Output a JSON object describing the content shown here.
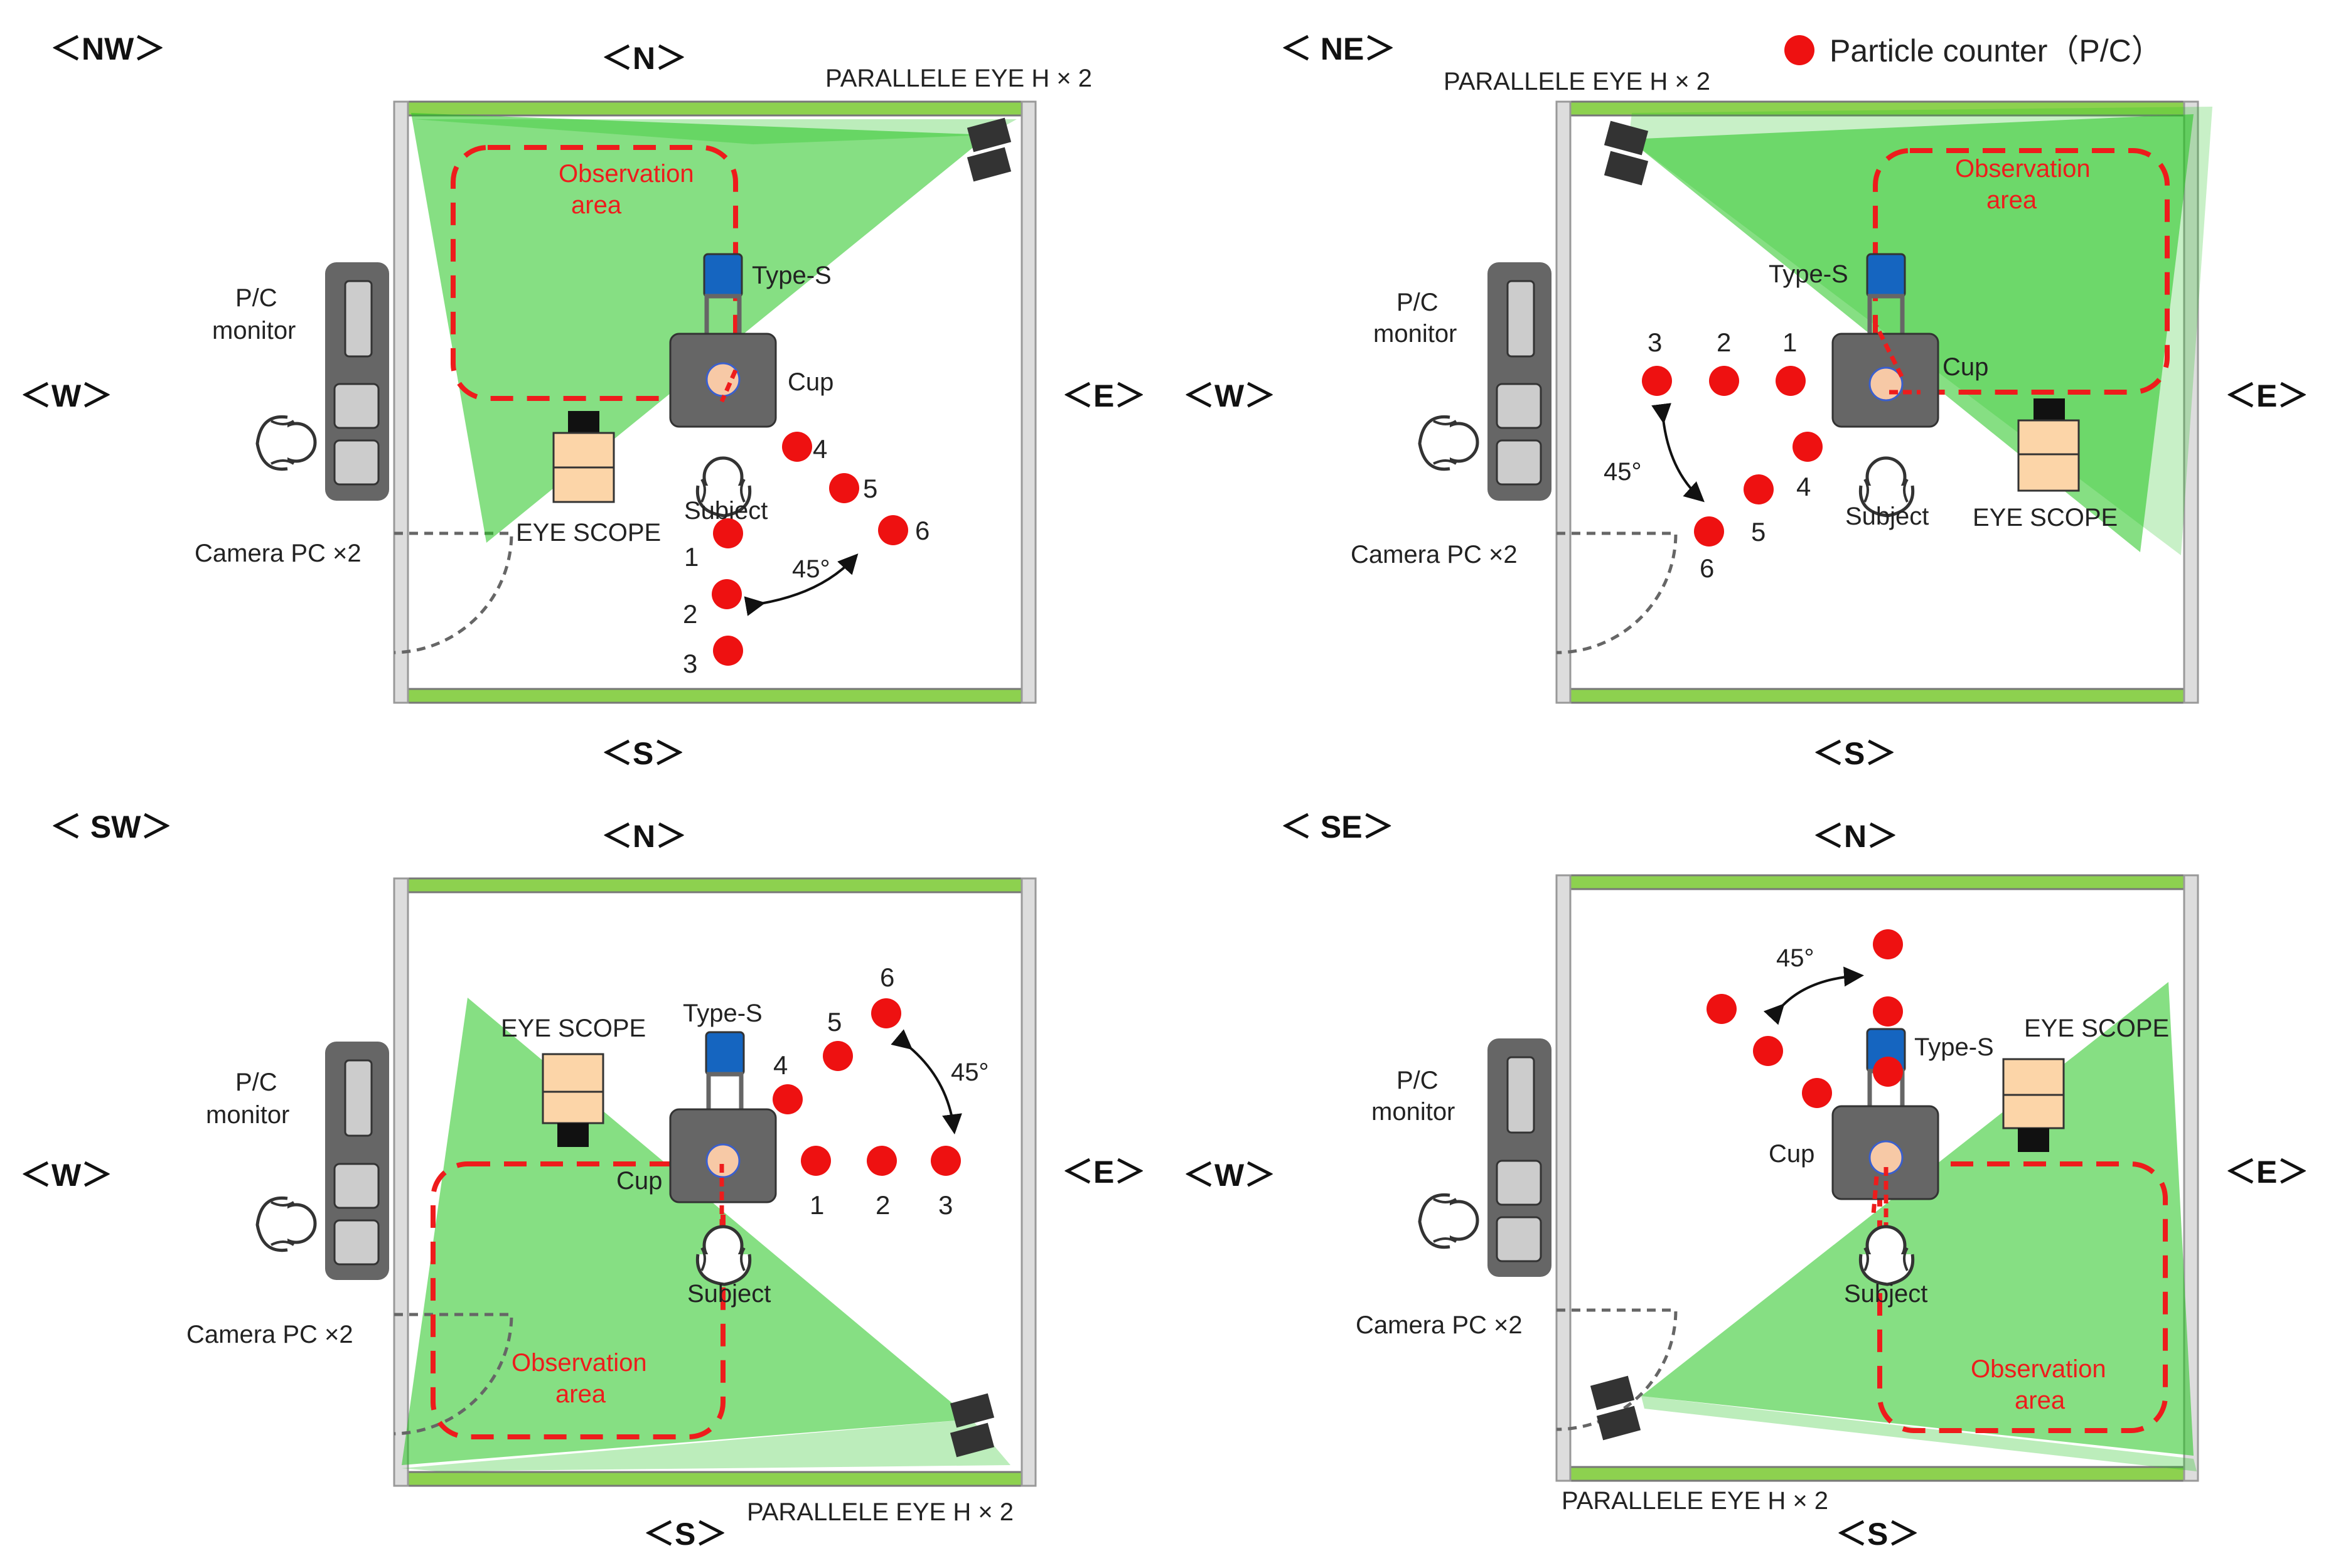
{
  "legend": {
    "marker": "red-dot",
    "label": "Particle counter（P/C）"
  },
  "colors": {
    "fov": "#22c41e",
    "wall_green": "#8dd14f",
    "particle": "#ee1111",
    "observation": "#ee1c1c",
    "cup": "#f7c9a6",
    "type_s": "#1565c0",
    "desk": "#666666",
    "eye_scope": "#fcd5a8"
  },
  "panels": [
    {
      "id": "nw",
      "label": "＜NW＞",
      "dir_n": "＜N＞",
      "dir_s": "＜S＞",
      "dir_w": "＜W＞",
      "dir_e": "＜E＞",
      "parallele": "PARALLELE EYE H × 2",
      "eye_scope": "EYE SCOPE",
      "observation_1": "Observation",
      "observation_2": "area",
      "type_s": "Type-S",
      "cup": "Cup",
      "subject": "Subject",
      "pc_monitor_1": "P/C",
      "pc_monitor_2": "monitor",
      "camera_pc": "Camera PC ×2",
      "angle": "45°",
      "points": [
        "1",
        "2",
        "3",
        "4",
        "5",
        "6"
      ]
    },
    {
      "id": "ne",
      "label": "＜ NE＞",
      "dir_n": "",
      "dir_s": "＜S＞",
      "dir_w": "＜W＞",
      "dir_e": "＜E＞",
      "parallele": "PARALLELE EYE H × 2",
      "eye_scope": "EYE SCOPE",
      "observation_1": "Observation",
      "observation_2": "area",
      "type_s": "Type-S",
      "cup": "Cup",
      "subject": "Subject",
      "pc_monitor_1": "P/C",
      "pc_monitor_2": "monitor",
      "camera_pc": "Camera PC ×2",
      "angle": "45°",
      "points": [
        "1",
        "2",
        "3",
        "4",
        "5",
        "6"
      ]
    },
    {
      "id": "sw",
      "label": "＜ SW＞",
      "dir_n": "＜N＞",
      "dir_s": "＜S＞",
      "dir_w": "＜W＞",
      "dir_e": "＜E＞",
      "parallele": "PARALLELE EYE  H × 2",
      "eye_scope": "EYE SCOPE",
      "observation_1": "Observation",
      "observation_2": "area",
      "type_s": "Type-S",
      "cup": "Cup",
      "subject": "Subject",
      "pc_monitor_1": "P/C",
      "pc_monitor_2": "monitor",
      "camera_pc": "Camera PC ×2",
      "angle": "45°",
      "points": [
        "1",
        "2",
        "3",
        "4",
        "5",
        "6"
      ]
    },
    {
      "id": "se",
      "label": "＜ SE＞",
      "dir_n": "＜N＞",
      "dir_s": "＜S＞",
      "dir_w": "＜W＞",
      "dir_e": "＜E＞",
      "parallele": "PARALLELE EYE H × 2",
      "eye_scope": "EYE SCOPE",
      "observation_1": "Observation",
      "observation_2": "area",
      "type_s": "Type-S",
      "cup": "Cup",
      "subject": "Subject",
      "pc_monitor_1": "P/C",
      "pc_monitor_2": "monitor",
      "camera_pc": "Camera PC ×2",
      "angle": "45°",
      "points": []
    }
  ]
}
